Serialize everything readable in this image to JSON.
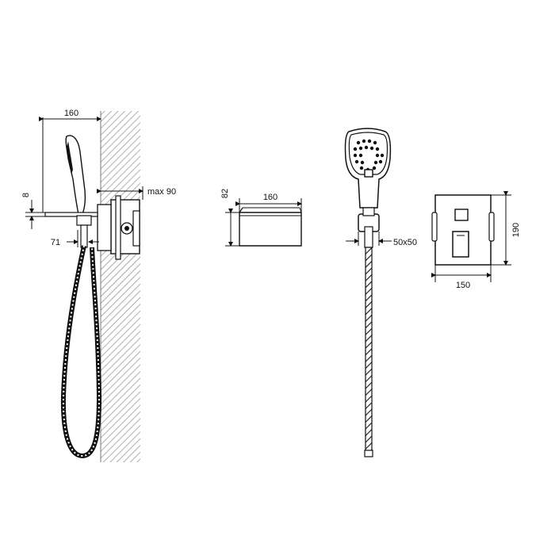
{
  "dimensions": {
    "side_width": "160",
    "side_height": "8",
    "side_depth": "max 90",
    "side_offset": "71",
    "spout_height": "82",
    "spout_width": "160",
    "holder_size": "50x50",
    "plate_height": "190",
    "plate_width": "150"
  },
  "colors": {
    "line": "#111111",
    "wall_hatch": "#8a8a8a",
    "background": "#ffffff"
  }
}
